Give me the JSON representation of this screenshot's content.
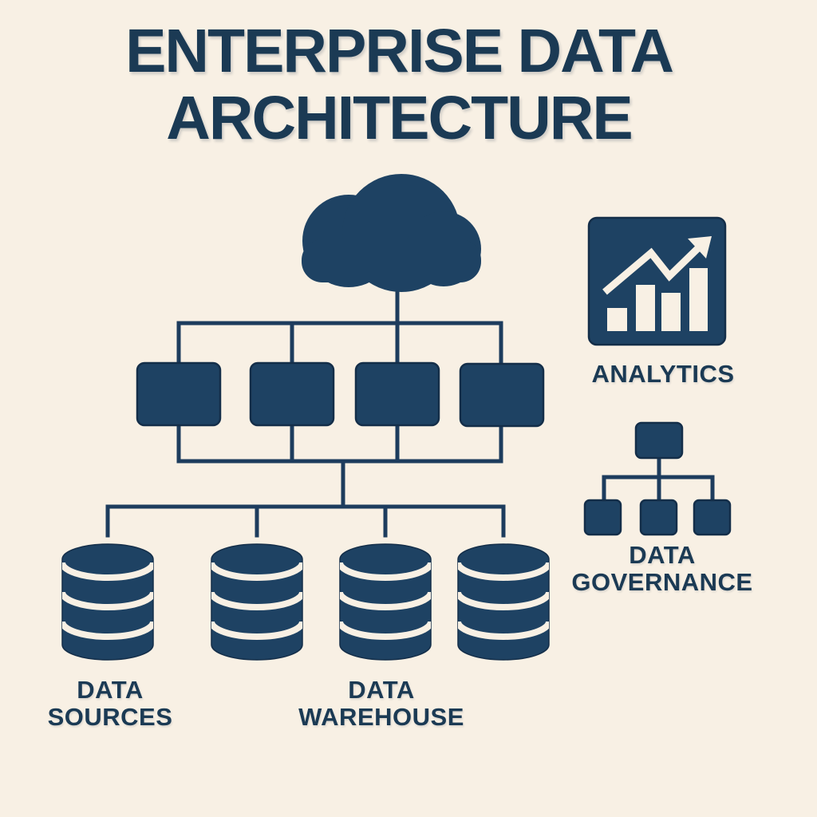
{
  "title": {
    "line1": "ENTERPRISE DATA",
    "line2": "ARCHITECTURE"
  },
  "labels": {
    "analytics": "ANALYTICS",
    "governance_line1": "DATA",
    "governance_line2": "GOVERNANCE",
    "sources_line1": "DATA",
    "sources_line2": "SOURCES",
    "warehouse_line1": "DATA",
    "warehouse_line2": "WAREHOUSE"
  },
  "colors": {
    "background": "#f8f0e4",
    "shape_navy": "#1e4263",
    "outline_navy": "#142e49",
    "connector_navy": "#1d3c5d",
    "text_navy": "#1b3a54"
  },
  "icons": {
    "cloud": "cloud-icon",
    "analytics": "bar-chart-trend-icon",
    "governance": "hierarchy-icon",
    "database": "database-cylinder-icon"
  },
  "diagram": {
    "processing_nodes_count": 4,
    "database_cylinders_count": 4,
    "governance_child_nodes_count": 3
  }
}
